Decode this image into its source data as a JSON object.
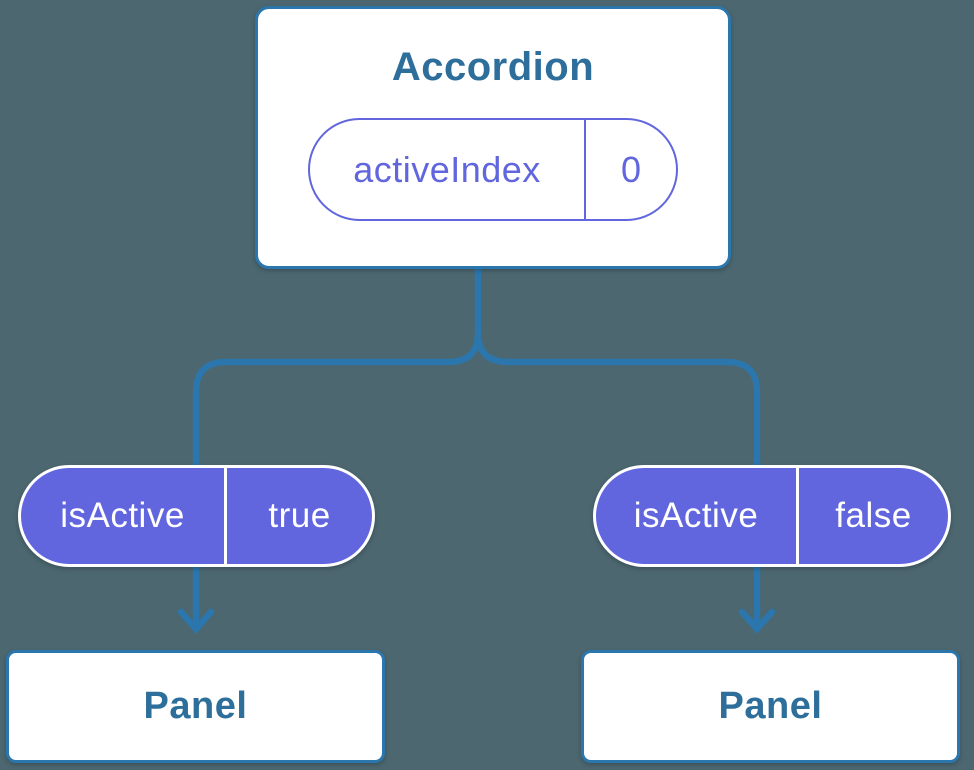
{
  "diagram": {
    "root": {
      "title": "Accordion",
      "prop": {
        "name": "activeIndex",
        "value": "0"
      }
    },
    "children": [
      {
        "prop": {
          "name": "isActive",
          "value": "true"
        },
        "panel": {
          "title": "Panel"
        }
      },
      {
        "prop": {
          "name": "isActive",
          "value": "false"
        },
        "panel": {
          "title": "Panel"
        }
      }
    ]
  },
  "colors": {
    "background": "#4C6770",
    "connector_blue": "#2B76AC",
    "node_title_text": "#2D6E9B",
    "prop_purple": "#6166DE",
    "pill_text_white": "#FFFFFF",
    "node_bg": "#FFFFFF"
  }
}
